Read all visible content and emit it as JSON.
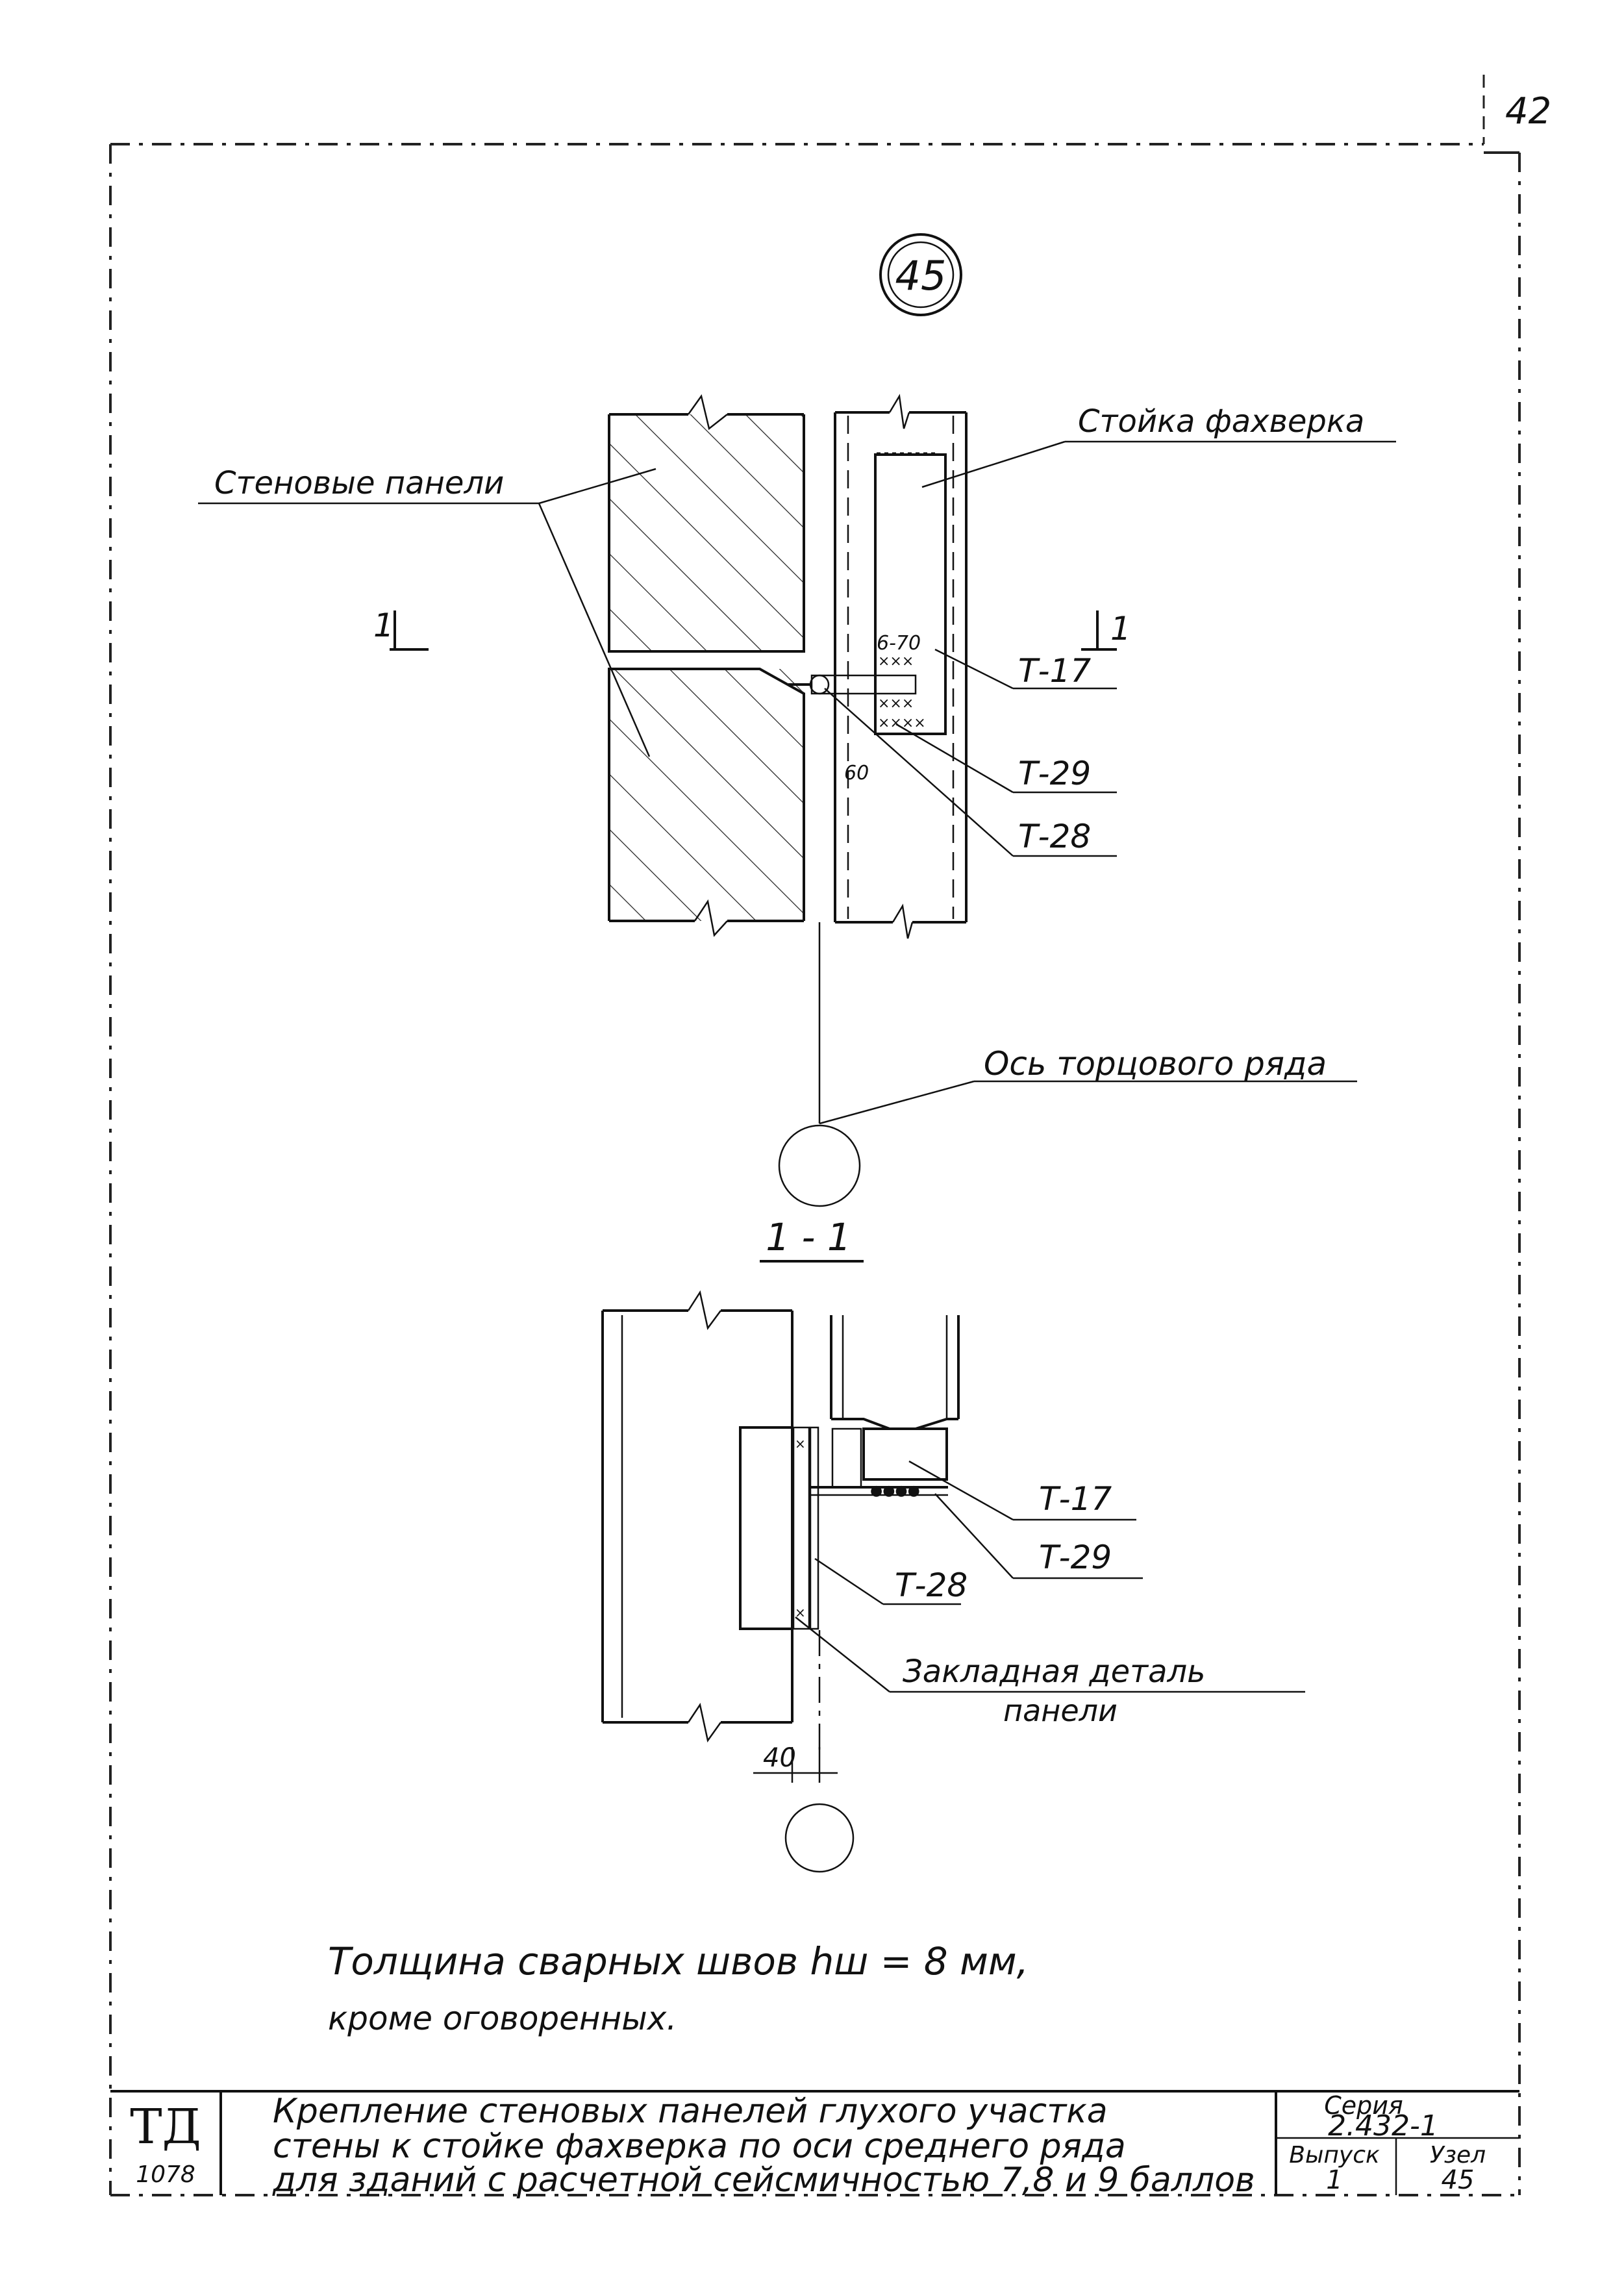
{
  "page_number": "42",
  "node_number": "45",
  "plan": {
    "label_wall_panels": "Стеновые панели",
    "label_post": "Стойка фахверка",
    "label_axis": "Ось торцового ряда",
    "section_mark_left": "1",
    "section_mark_right": "1",
    "detail_t17": "Т-17",
    "detail_t29": "Т-29",
    "detail_t28": "Т-28",
    "weld_note": "6-70",
    "dim_60": "60"
  },
  "section": {
    "title": "1 - 1",
    "detail_t17": "Т-17",
    "detail_t29": "Т-29",
    "detail_t28": "Т-28",
    "label_embedded_line1": "Закладная деталь",
    "label_embedded_line2": "панели",
    "dim_40": "40"
  },
  "note": {
    "line1": "Толщина сварных швов  hш = 8 мм,",
    "line2": "кроме оговоренных."
  },
  "title_block": {
    "logo": "ТД",
    "sheet_code": "1078",
    "title_line1": "Крепление стеновых панелей глухого участка",
    "title_line2": "стены к стойке фахверка по оси среднего ряда",
    "title_line3": "для зданий с расчетной сейсмичностью 7,8 и 9 баллов",
    "series_label": "Серия",
    "series_value": "2.432-1",
    "issue_label": "Выпуск",
    "issue_value": "1",
    "node_label": "Узел",
    "node_value": "45"
  }
}
